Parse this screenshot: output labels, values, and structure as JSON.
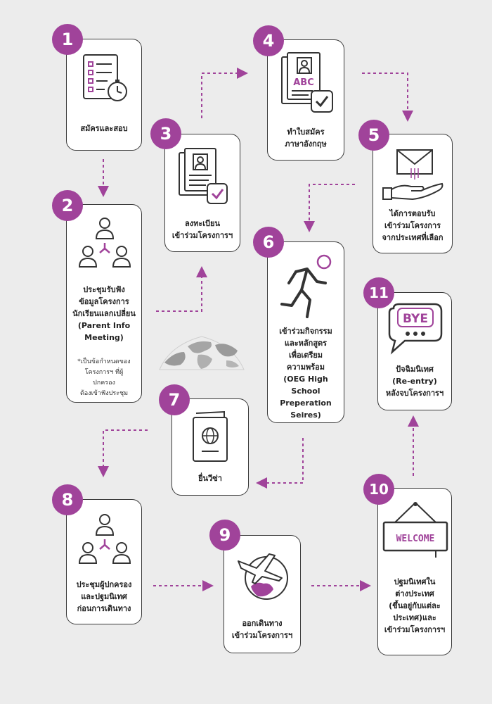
{
  "colors": {
    "accent": "#a0439a",
    "line": "#3a3a3a",
    "background": "#ececec"
  },
  "steps": [
    {
      "number": "1",
      "label": "สมัครและสอบ",
      "icon": "checklist-stopwatch-icon"
    },
    {
      "number": "2",
      "label": "ประชุมรับฟัง\nข้อมูลโครงการ\nนักเรียนแลกเปลี่ยน\n(Parent Info\nMeeting)",
      "note": "*เป็นข้อกำหนดของ\nโครงการฯ ที่ผู้ปกครอง\nต้องเข้าฟังประชุม",
      "icon": "people-meeting-icon"
    },
    {
      "number": "3",
      "label": "ลงทะเบียน\nเข้าร่วมโครงการฯ",
      "icon": "registration-document-icon"
    },
    {
      "number": "4",
      "label": "ทำใบสมัคร\nภาษาอังกฤษ",
      "icon": "abc-application-document-icon"
    },
    {
      "number": "5",
      "label": "ได้การตอบรับ\nเข้าร่วมโครงการ\nจากประเทศที่เลือก",
      "icon": "hand-envelope-icon"
    },
    {
      "number": "6",
      "label": "เข้าร่วมกิจกรรม\nและหลักสูตร\nเพื่อเตรียม\nความพร้อม\n(OEG High School\nPreperation\nSeires)",
      "icon": "running-person-icon"
    },
    {
      "number": "7",
      "label": "ยื่นวีซ่า",
      "icon": "passport-icon"
    },
    {
      "number": "8",
      "label": "ประชุมผู้ปกครอง\nและปฐมนิเทศ\nก่อนการเดินทาง",
      "icon": "people-meeting-icon"
    },
    {
      "number": "9",
      "label": "ออกเดินทาง\nเข้าร่วมโครงการฯ",
      "icon": "airplane-globe-icon"
    },
    {
      "number": "10",
      "label": "ปฐมนิเทศใน\nต่างประเทศ\n(ขึ้นอยู่กับแต่ละ\nประเทศ)และ\nเข้าร่วมโครงการฯ",
      "icon": "welcome-sign-icon"
    },
    {
      "number": "11",
      "label": "ปัจฉิมนิเทศ\n(Re-entry)\nหลังจบโครงการฯ",
      "icon": "bye-speech-bubble-icon"
    }
  ],
  "icon_text": {
    "abc": "ABC",
    "welcome": "WELCOME",
    "bye": "BYE"
  }
}
